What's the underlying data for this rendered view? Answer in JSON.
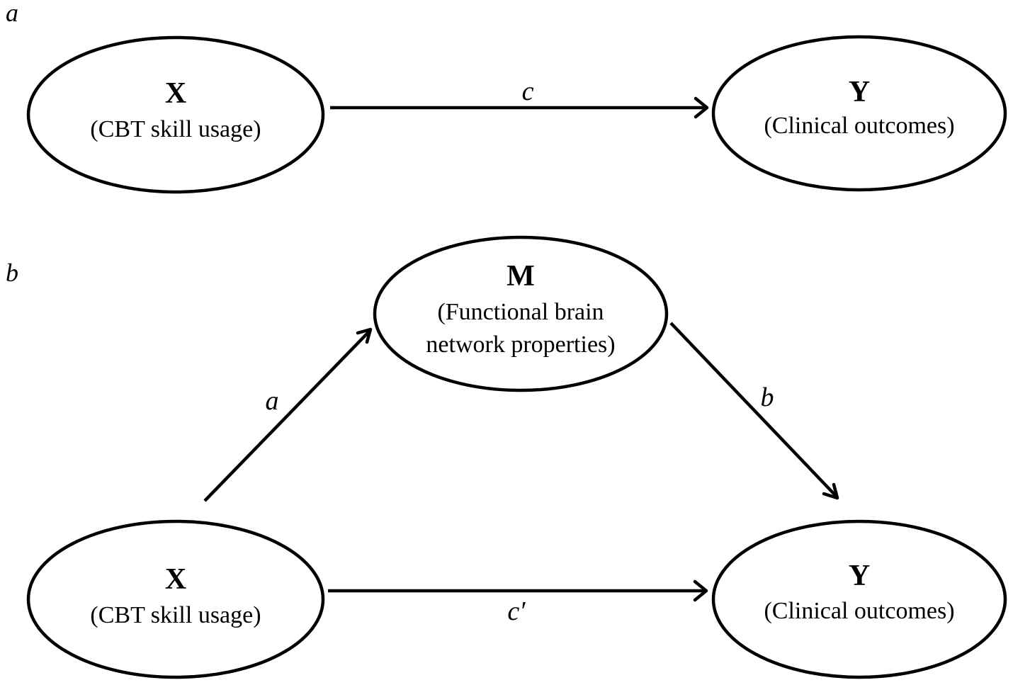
{
  "panels": [
    {
      "label": "a",
      "nodes": {
        "x": {
          "letter": "X",
          "desc": [
            "(CBT skill usage)"
          ]
        },
        "y": {
          "letter": "Y",
          "desc": [
            "(Clinical outcomes)"
          ]
        }
      },
      "edges": {
        "x_to_y": "c"
      }
    },
    {
      "label": "b",
      "nodes": {
        "m": {
          "letter": "M",
          "desc": [
            "(Functional brain",
            "network properties)"
          ]
        },
        "x": {
          "letter": "X",
          "desc": [
            "(CBT skill usage)"
          ]
        },
        "y": {
          "letter": "Y",
          "desc": [
            "(Clinical outcomes)"
          ]
        }
      },
      "edges": {
        "x_to_m": "a",
        "m_to_y": "b",
        "x_to_y": "c′"
      }
    }
  ]
}
